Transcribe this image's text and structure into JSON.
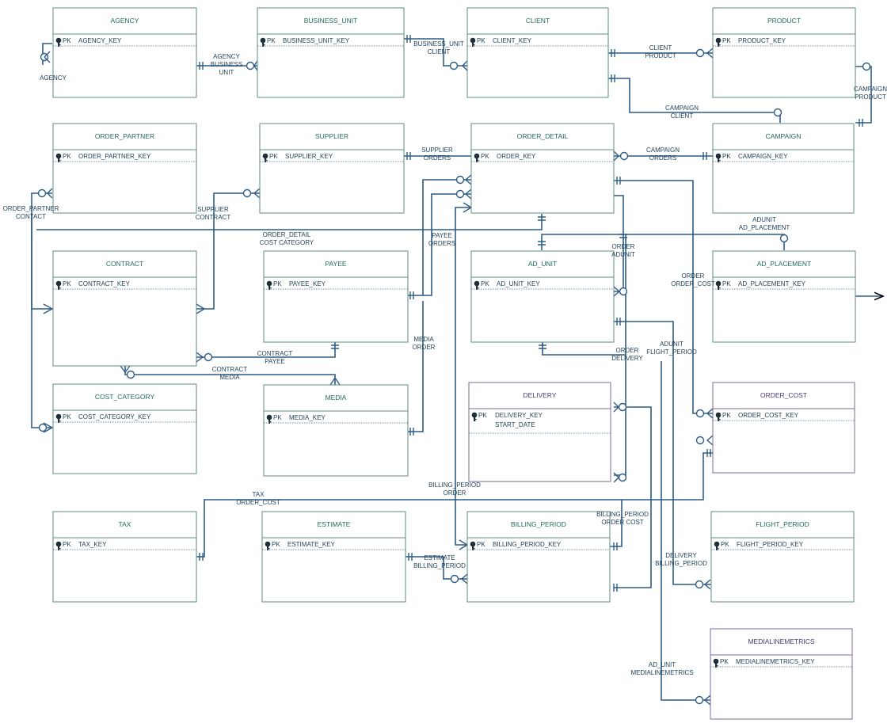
{
  "entities": [
    {
      "id": "agency",
      "title": "AGENCY",
      "fields": [
        "AGENCY_KEY"
      ]
    },
    {
      "id": "business_unit",
      "title": "BUSINESS_UNIT",
      "fields": [
        "BUSINESS_UNIT_KEY"
      ]
    },
    {
      "id": "client",
      "title": "CLIENT",
      "fields": [
        "CLIENT_KEY"
      ]
    },
    {
      "id": "product",
      "title": "PRODUCT",
      "fields": [
        "PRODUCT_KEY"
      ]
    },
    {
      "id": "order_partner",
      "title": "ORDER_PARTNER",
      "fields": [
        "ORDER_PARTNER_KEY"
      ]
    },
    {
      "id": "supplier",
      "title": "SUPPLIER",
      "fields": [
        "SUPPLIER_KEY"
      ]
    },
    {
      "id": "order_detail",
      "title": "ORDER_DETAIL",
      "fields": [
        "ORDER_KEY"
      ]
    },
    {
      "id": "campaign",
      "title": "CAMPAIGN",
      "fields": [
        "CAMPAIGN_KEY"
      ]
    },
    {
      "id": "contract",
      "title": "CONTRACT",
      "fields": [
        "CONTRACT_KEY"
      ]
    },
    {
      "id": "payee",
      "title": "PAYEE",
      "fields": [
        "PAYEE_KEY"
      ]
    },
    {
      "id": "ad_unit",
      "title": "AD_UNIT",
      "fields": [
        "AD_UNIT_KEY"
      ]
    },
    {
      "id": "ad_placement",
      "title": "AD_PLACEMENT",
      "fields": [
        "AD_PLACEMENT_KEY"
      ]
    },
    {
      "id": "cost_category",
      "title": "COST_CATEGORY",
      "fields": [
        "COST_CATEGORY_KEY"
      ]
    },
    {
      "id": "media",
      "title": "MEDIA",
      "fields": [
        "MEDIA_KEY"
      ]
    },
    {
      "id": "delivery",
      "title": "DELIVERY",
      "fields": [
        "DELIVERY_KEY",
        "START_DATE"
      ]
    },
    {
      "id": "order_cost",
      "title": "ORDER_COST",
      "fields": [
        "ORDER_COST_KEY"
      ]
    },
    {
      "id": "tax",
      "title": "TAX",
      "fields": [
        "TAX_KEY"
      ]
    },
    {
      "id": "estimate",
      "title": "ESTIMATE",
      "fields": [
        "ESTIMATE_KEY"
      ]
    },
    {
      "id": "billing_period",
      "title": "BILLING_PERIOD",
      "fields": [
        "BILLING_PERIOD_KEY"
      ]
    },
    {
      "id": "flight_period",
      "title": "FLIGHT_PERIOD",
      "fields": [
        "FLIGHT_PERIOD_KEY"
      ]
    },
    {
      "id": "medialinemetrics",
      "title": "MEDIALINEMETRICS",
      "fields": [
        "MEDIALINEMETRICS_KEY"
      ]
    }
  ],
  "pk_label": "PK",
  "relationships": [
    {
      "id": "agency_self",
      "lines": [
        "AGENCY"
      ]
    },
    {
      "id": "agency_business_unit",
      "lines": [
        "AGENCY",
        "BUSINESS",
        "UNIT"
      ]
    },
    {
      "id": "business_unit_client",
      "lines": [
        "BUSINESS_UNIT",
        "CLIENT"
      ]
    },
    {
      "id": "client_product",
      "lines": [
        "CLIENT",
        "PRODUCT"
      ]
    },
    {
      "id": "campaign_product",
      "lines": [
        "CAMPAIGN",
        "PRODUCT"
      ]
    },
    {
      "id": "campaign_client",
      "lines": [
        "CAMPAIGN",
        "CLIENT"
      ]
    },
    {
      "id": "order_partner_contact",
      "lines": [
        "ORDER_PARTNER",
        "CONTACT"
      ]
    },
    {
      "id": "supplier_contract",
      "lines": [
        "SUPPLIER",
        "CONTRACT"
      ]
    },
    {
      "id": "supplier_orders",
      "lines": [
        "SUPPLIER",
        "ORDERS"
      ]
    },
    {
      "id": "campaign_orders",
      "lines": [
        "CAMPAIGN",
        "ORDERS"
      ]
    },
    {
      "id": "adunit_ad_placement",
      "lines": [
        "ADUNIT",
        "AD_PLACEMENT"
      ]
    },
    {
      "id": "order_detail_cost_category",
      "lines": [
        "ORDER_DETAIL",
        "COST CATEGORY"
      ]
    },
    {
      "id": "payee_orders",
      "lines": [
        "PAYEE",
        "ORDERS"
      ]
    },
    {
      "id": "order_adunit",
      "lines": [
        "ORDER",
        "ADUNIT"
      ]
    },
    {
      "id": "order_order_cost",
      "lines": [
        "ORDER",
        "ORDER_COST"
      ]
    },
    {
      "id": "media_order",
      "lines": [
        "MEDIA",
        "ORDER"
      ]
    },
    {
      "id": "contract_payee",
      "lines": [
        "CONTRACT",
        "PAYEE"
      ]
    },
    {
      "id": "order_delivery",
      "lines": [
        "ORDER",
        "DELIVERY"
      ]
    },
    {
      "id": "adunit_flight_period",
      "lines": [
        "ADUNIT",
        "FLIGHT_PERIOD"
      ]
    },
    {
      "id": "contract_media",
      "lines": [
        "CONTRACT",
        "MEDIA"
      ]
    },
    {
      "id": "billing_period_order",
      "lines": [
        "BILLING_PERIOD",
        "ORDER"
      ]
    },
    {
      "id": "tax_order_cost",
      "lines": [
        "TAX",
        "ORDER_COST"
      ]
    },
    {
      "id": "billing_period_order_cost",
      "lines": [
        "BILLING_PERIOD",
        "ORDER COST"
      ]
    },
    {
      "id": "estimate_billing_period",
      "lines": [
        "ESTIMATE",
        "BILLING_PERIOD"
      ]
    },
    {
      "id": "delivery_billing_period",
      "lines": [
        "DELIVERY",
        "BILLING_PERIOD"
      ]
    },
    {
      "id": "ad_unit_medialinemetrics",
      "lines": [
        "AD_UNIT",
        "MEDIALINEMETRICS"
      ]
    }
  ],
  "colors": {
    "line": "#2d5c86",
    "border_green": "#5f8e82",
    "border_purple": "#7f6a9c",
    "title_green": "#1f6b5e",
    "header_gradient_green": "#e8f0ee",
    "header_gradient_purple": "#f2d6ee"
  }
}
